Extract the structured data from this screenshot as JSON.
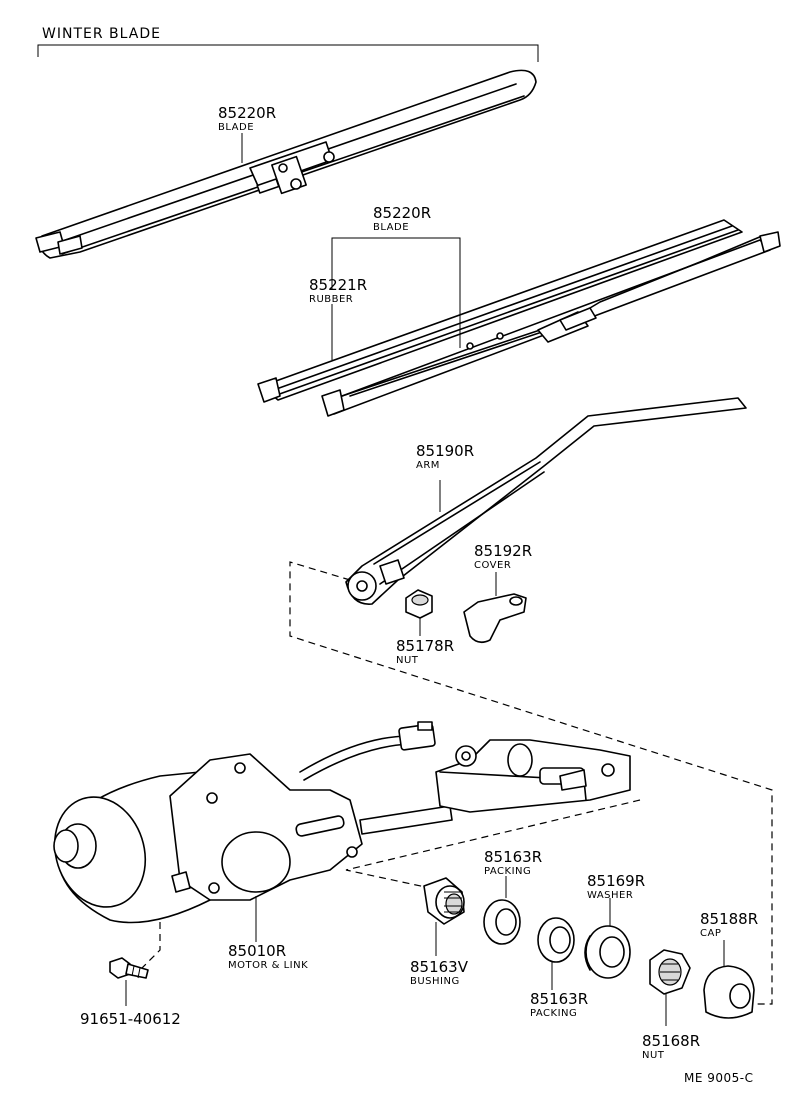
{
  "header": {
    "section_title": "WINTER  BLADE"
  },
  "footer": {
    "diagram_code": "ME  9005-C"
  },
  "parts": [
    {
      "id": "winter_blade",
      "number": "85220R",
      "name": "BLADE"
    },
    {
      "id": "blade",
      "number": "85220R",
      "name": "BLADE"
    },
    {
      "id": "rubber",
      "number": "85221R",
      "name": "RUBBER"
    },
    {
      "id": "arm",
      "number": "85190R",
      "name": "ARM"
    },
    {
      "id": "cover",
      "number": "85192R",
      "name": "COVER"
    },
    {
      "id": "nut_arm",
      "number": "85178R",
      "name": "NUT"
    },
    {
      "id": "motor",
      "number": "85010R",
      "name": "MOTOR & LINK"
    },
    {
      "id": "bolt",
      "number": "91651-40612",
      "name": ""
    },
    {
      "id": "packing_a",
      "number": "85163R",
      "name": "PACKING"
    },
    {
      "id": "washer",
      "number": "85169R",
      "name": "WASHER"
    },
    {
      "id": "bushing",
      "number": "85163V",
      "name": "BUSHING"
    },
    {
      "id": "packing_b",
      "number": "85163R",
      "name": "PACKING"
    },
    {
      "id": "cap",
      "number": "85188R",
      "name": "CAP"
    },
    {
      "id": "nut_pivot",
      "number": "85168R",
      "name": "NUT"
    }
  ]
}
